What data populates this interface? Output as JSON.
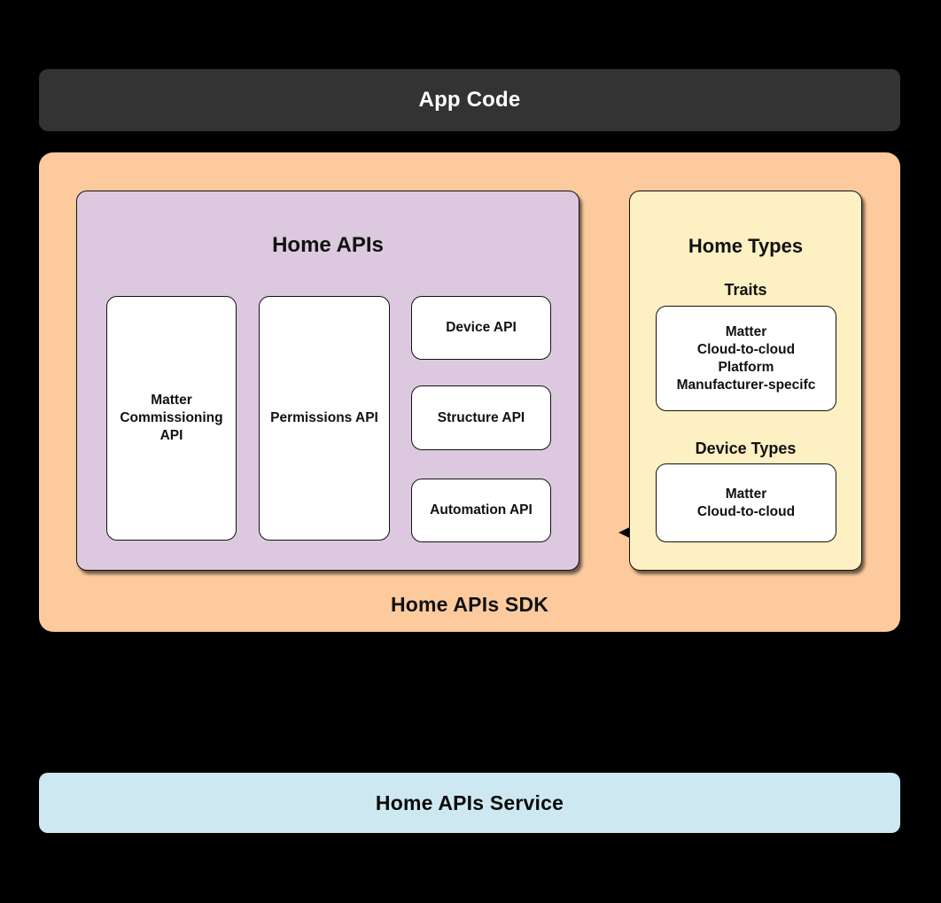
{
  "app_code": {
    "label": "App Code"
  },
  "sdk": {
    "label": "Home APIs SDK",
    "home_apis": {
      "title": "Home APIs",
      "boxes": [
        "Matter Commissioning API",
        "Permissions API",
        "Device API",
        "Structure API",
        "Automation API"
      ]
    },
    "arrow": "bidirectional",
    "home_types": {
      "title": "Home Types",
      "traits_label": "Traits",
      "traits_items": [
        "Matter",
        "Cloud-to-cloud",
        "Platform",
        "Manufacturer-specifc"
      ],
      "device_types_label": "Device Types",
      "device_types_items": [
        "Matter",
        "Cloud-to-cloud"
      ]
    }
  },
  "service": {
    "label": "Home APIs Service"
  },
  "colors": {
    "background": "#000000",
    "app_code_bar": "#333333",
    "sdk_container": "#FCCA9D",
    "home_apis_panel": "#DCC9DF",
    "home_types_panel": "#FDF0C2",
    "service_bar": "#CDE8F0",
    "leaf_box": "#FFFFFF",
    "border": "#111111",
    "text_dark": "#111111",
    "text_light": "#FFFFFF"
  }
}
